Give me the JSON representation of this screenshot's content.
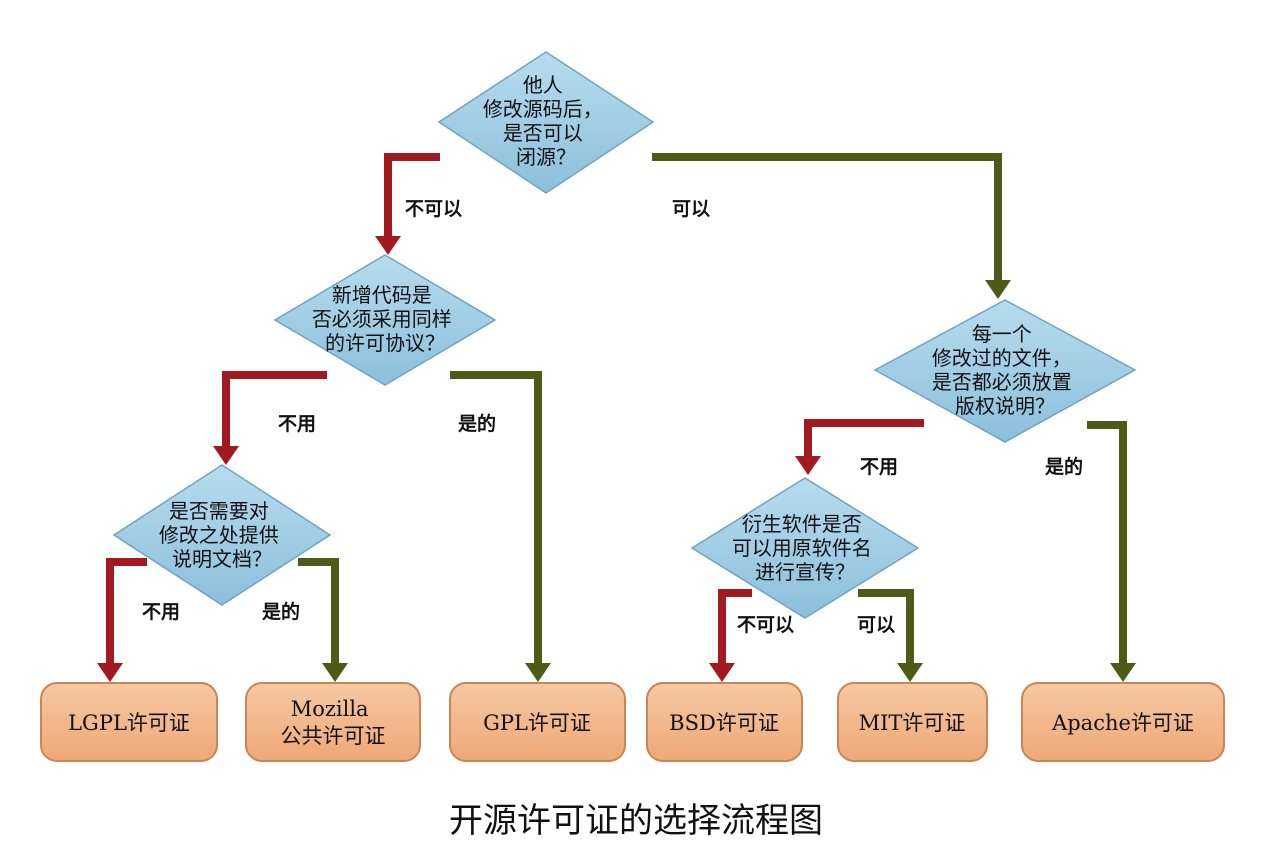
{
  "caption": "开源许可证的选择流程图",
  "colors": {
    "no_path": "#a11a1f",
    "yes_path": "#4d5b16",
    "diamond_fill": "#9ecbe2",
    "diamond_stroke": "#6fa4c4",
    "box_fill": "#f2b98c",
    "box_stroke": "#c98555"
  },
  "decisions": {
    "d1": [
      "他人",
      "修改源码后，",
      "是否可以",
      "闭源？"
    ],
    "d2": [
      "新增代码是",
      "否必须采用同样",
      "的许可协议？"
    ],
    "d3": [
      "是否需要对",
      "修改之处提供",
      "说明文档？"
    ],
    "d4": [
      "每一个",
      "修改过的文件，",
      "是否都必须放置",
      "版权说明？"
    ],
    "d5": [
      "衍生软件是否",
      "可以用原软件名",
      "进行宣传？"
    ]
  },
  "edge_labels": {
    "d1_no": "不可以",
    "d1_yes": "可以",
    "d2_no": "不用",
    "d2_yes": "是的",
    "d3_no": "不用",
    "d3_yes": "是的",
    "d4_no": "不用",
    "d4_yes": "是的",
    "d5_no": "不可以",
    "d5_yes": "可以"
  },
  "licenses": {
    "lgpl": [
      "LGPL许可证"
    ],
    "mozilla": [
      "Mozilla",
      "公共许可证"
    ],
    "gpl": [
      "GPL许可证"
    ],
    "bsd": [
      "BSD许可证"
    ],
    "mit": [
      "MIT许可证"
    ],
    "apache": [
      "Apache许可证"
    ]
  }
}
